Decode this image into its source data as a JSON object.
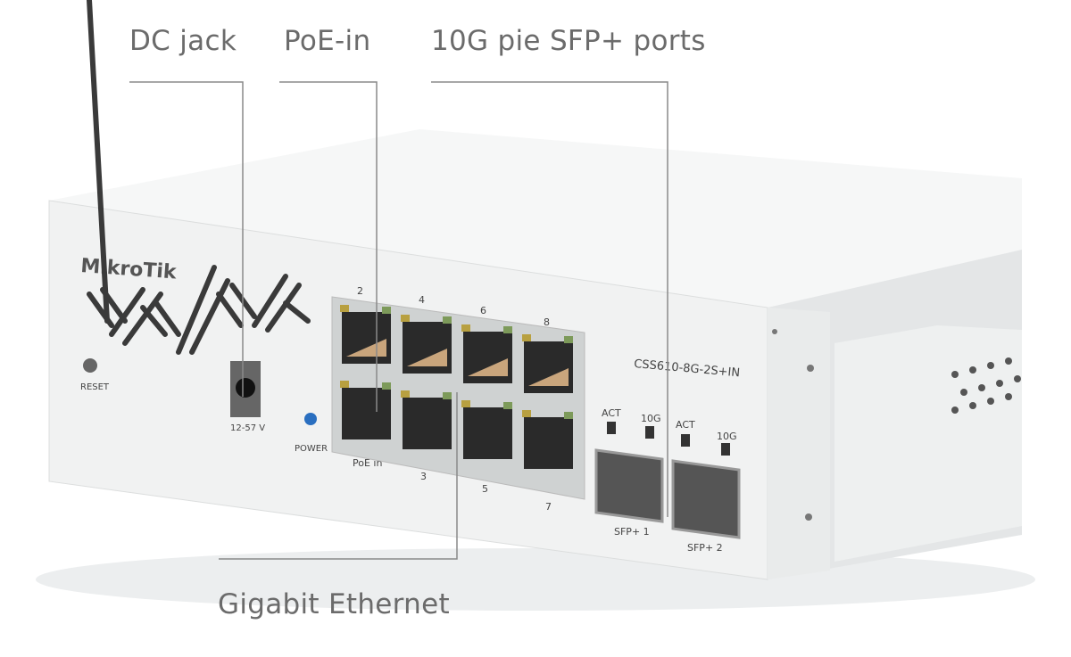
{
  "callouts": {
    "dc_jack": "DC jack",
    "poe_in": "PoE-in",
    "sfp_ports": "10G pie SFP+ ports",
    "gigabit": "Gigabit Ethernet"
  },
  "device": {
    "brand": "MikroTik",
    "model": "CSS610-8G-2S+IN",
    "reset_label": "RESET",
    "voltage_label": "12-57 V",
    "power_label": "POWER",
    "poe_label": "PoE in",
    "port_top_labels": [
      "2",
      "4",
      "6",
      "8"
    ],
    "port_bottom_labels": [
      "3",
      "5",
      "7"
    ],
    "sfp_led_labels": [
      "ACT",
      "10G",
      "ACT",
      "10G"
    ],
    "sfp_labels": [
      "SFP+ 1",
      "SFP+ 2"
    ]
  },
  "colors": {
    "chassis": "#f1f2f2",
    "callout_text": "#6b6b6b",
    "callout_line": "#8a8a8a",
    "led_green": "#7d9a5a",
    "led_amber": "#b8a040",
    "power_led": "#2a6fc0"
  }
}
